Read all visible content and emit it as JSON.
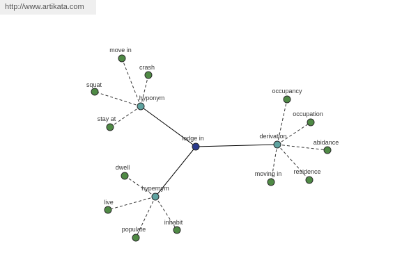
{
  "site": {
    "url_text": "http://www.artikata.com"
  },
  "colors": {
    "center": "#2a3a8c",
    "relation": "#5fa3a0",
    "leaf": "#4f8a45"
  },
  "graph": {
    "center": {
      "label": "lodge in"
    },
    "relations": [
      {
        "label": "hyponym",
        "terms": [
          "move in",
          "crash",
          "squat",
          "stay at"
        ]
      },
      {
        "label": "derivation",
        "terms": [
          "occupancy",
          "occupation",
          "abidance",
          "residence",
          "moving in"
        ]
      },
      {
        "label": "hypernym",
        "terms": [
          "dwell",
          "live",
          "populate",
          "inhabit"
        ]
      }
    ]
  }
}
